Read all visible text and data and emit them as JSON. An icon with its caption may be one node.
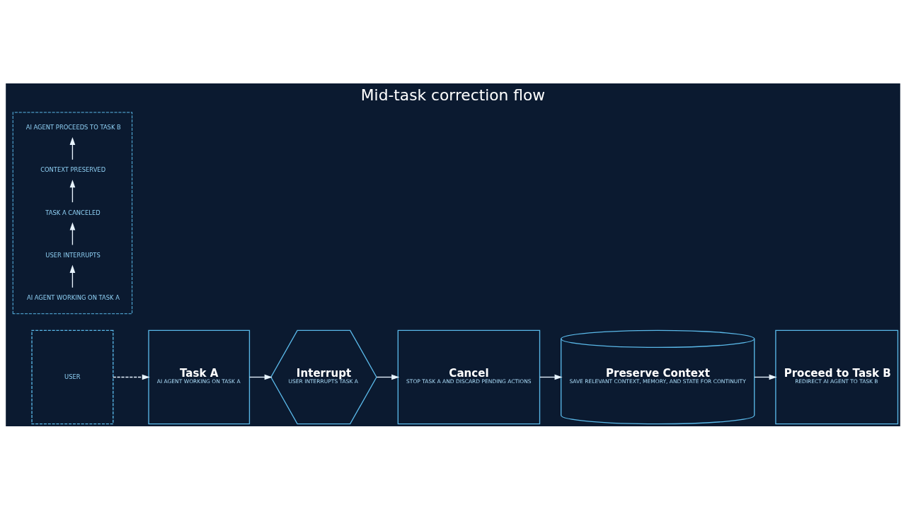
{
  "diagram": {
    "title": "Mid-task correction flow",
    "nodes": [
      {
        "text": [
          "USER"
        ]
      },
      {
        "text": [
          "Task A",
          "AI AGENT WORKING ON TASK A"
        ]
      },
      {
        "text": [
          "Interrupt",
          "USER INTERRUPTS TASK A"
        ]
      },
      {
        "text": [
          "Cancel",
          "STOP TASK A AND DISCARD PENDING ACTIONS"
        ]
      },
      {
        "text": [
          "Preserve Context",
          "SAVE RELEVANT CONTEXT, MEMORY, AND STATE FOR CONTINUITY"
        ]
      },
      {
        "text": [
          "Proceed to Task B",
          "REDIRECT AI AGENT TO TASK B"
        ]
      },
      {
        "text": [],
        "shape": "box"
      },
      {
        "text": [
          "AI AGENT WORKING ON TASK A"
        ],
        "in": 6
      },
      {
        "text": [
          "USER INTERRUPTS"
        ],
        "in": 6
      },
      {
        "text": [
          "TASK A CANCELED"
        ],
        "in": 6
      },
      {
        "text": [
          "CONTEXT PRESERVED"
        ],
        "in": 6
      },
      {
        "text": [
          "AI AGENT PROCEEDS TO TASK B"
        ],
        "in": 6
      }
    ],
    "edges": [
      {
        "from": 0,
        "to": 1,
        "arrow": "to",
        "style": "dashed"
      },
      {
        "from": 1,
        "to": 2,
        "arrow": "to"
      },
      {
        "from": 2,
        "to": 3,
        "arrow": "to"
      },
      {
        "from": 3,
        "to": 4,
        "arrow": "to"
      },
      {
        "from": 4,
        "to": 5,
        "arrow": "to"
      },
      {
        "from": 7,
        "to": 8,
        "arrow": "to"
      },
      {
        "from": 8,
        "to": 9,
        "arrow": "to"
      },
      {
        "from": 9,
        "to": 10,
        "arrow": "to"
      },
      {
        "from": 10,
        "to": 11,
        "arrow": "to"
      }
    ]
  }
}
